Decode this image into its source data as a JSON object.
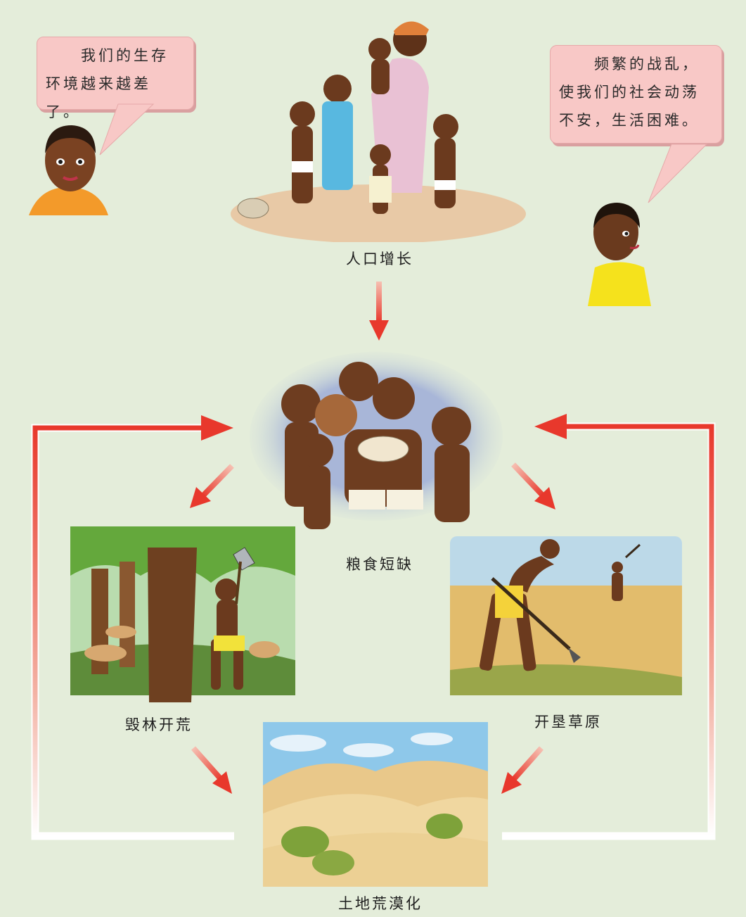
{
  "speech": {
    "left": "　　我们的生存\n环境越来越差了。",
    "right": "　　频繁的战乱，\n使我们的社会动荡\n不安，生活困难。"
  },
  "captions": {
    "population": "人口增长",
    "food": "粮食短缺",
    "deforest": "毁林开荒",
    "grassland": "开垦草原",
    "desert": "土地荒漠化"
  },
  "colors": {
    "background": "#e4edda",
    "bubble": "#f8c8c6",
    "arrow": "#e8382c"
  },
  "icons": [
    "child-speaker-left",
    "child-speaker-right",
    "family-illustration",
    "hungry-children-illustration",
    "tree-cutting-illustration",
    "grassland-plowing-illustration",
    "desert-illustration"
  ]
}
